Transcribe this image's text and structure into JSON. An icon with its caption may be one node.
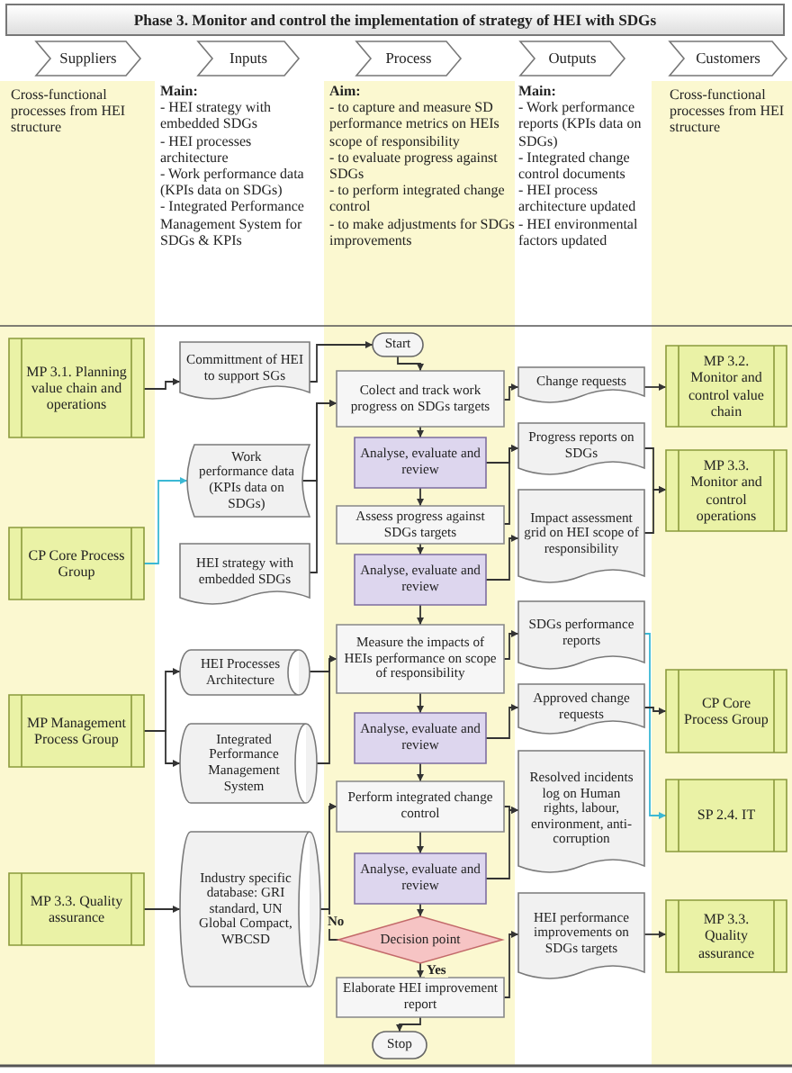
{
  "diagram": {
    "title": "Phase 3. Monitor and control the implementation of strategy of HEI with SDGs",
    "nodes": [
      {
        "text": [
          "Suppliers"
        ]
      },
      {
        "text": [
          "Inputs"
        ]
      },
      {
        "text": [
          "Process"
        ]
      },
      {
        "text": [
          "Outputs"
        ]
      },
      {
        "text": [
          "Customers"
        ]
      },
      {
        "text": [
          "MP 3.1. Planning value chain and operations"
        ]
      },
      {
        "text": [
          "CP Core Process Group"
        ]
      },
      {
        "text": [
          "MP Management Process Group"
        ]
      },
      {
        "text": [
          "MP 3.3. Quality assurance"
        ]
      },
      {
        "text": [
          "Committment of HEI to support SGs"
        ]
      },
      {
        "text": [
          "Work performance data (KPIs data on SDGs)"
        ]
      },
      {
        "text": [
          "HEI strategy with embedded SDGs"
        ]
      },
      {
        "text": [
          "HEI Processes Architecture"
        ]
      },
      {
        "text": [
          "Integrated Performance Management System"
        ]
      },
      {
        "text": [
          "Industry specific database: GRI standard, UN Global Compact, WBCSD"
        ]
      },
      {
        "text": [
          "Start"
        ]
      },
      {
        "text": [
          "Colect and track work progress on SDGs targets"
        ]
      },
      {
        "text": [
          "Analyse, evaluate and review"
        ]
      },
      {
        "text": [
          "Assess progress against SDGs targets"
        ]
      },
      {
        "text": [
          "Analyse, evaluate and review"
        ]
      },
      {
        "text": [
          "Measure the impacts of HEIs performance on scope of responsibility"
        ]
      },
      {
        "text": [
          "Analyse, evaluate and review"
        ]
      },
      {
        "text": [
          "Perform integrated change control"
        ]
      },
      {
        "text": [
          "Analyse, evaluate and review"
        ]
      },
      {
        "text": [
          "Decision point"
        ]
      },
      {
        "text": [
          "Elaborate HEI improvement report"
        ]
      },
      {
        "text": [
          "Stop"
        ]
      },
      {
        "text": [
          "Change requests"
        ]
      },
      {
        "text": [
          "Progress reports on SDGs"
        ]
      },
      {
        "text": [
          "Impact assessment grid on HEI scope of responsibility"
        ]
      },
      {
        "text": [
          "SDGs performance reports"
        ]
      },
      {
        "text": [
          "Approved change requests"
        ]
      },
      {
        "text": [
          "Resolved incidents log on Human rights, labour, environment, anti-corruption"
        ]
      },
      {
        "text": [
          "HEI performance improvements on SDGs targets"
        ]
      },
      {
        "text": [
          "MP 3.2. Monitor and control value chain"
        ]
      },
      {
        "text": [
          "MP 3.3. Monitor and control operations"
        ]
      },
      {
        "text": [
          "CP Core Process Group"
        ]
      },
      {
        "text": [
          "SP 2.4. IT"
        ]
      },
      {
        "text": [
          "MP 3.3. Quality assurance"
        ]
      }
    ],
    "edges": [
      {
        "from": 5,
        "to": 9,
        "arrow": "to"
      },
      {
        "from": 6,
        "to": 10,
        "arrow": "to",
        "color": "#3bb8d4"
      },
      {
        "from": 7,
        "to": 12,
        "arrow": "to"
      },
      {
        "from": 7,
        "to": 13,
        "arrow": "to"
      },
      {
        "from": 8,
        "to": 14,
        "arrow": "to"
      },
      {
        "from": 9,
        "to": 15,
        "arrow": "to"
      },
      {
        "from": 10,
        "to": 16,
        "arrow": "to"
      },
      {
        "from": 11,
        "to": 16,
        "arrow": "to"
      },
      {
        "from": 12,
        "to": 20,
        "arrow": "to"
      },
      {
        "from": 13,
        "to": 20,
        "arrow": "to"
      },
      {
        "from": 14,
        "to": 22,
        "arrow": "to"
      },
      {
        "from": 15,
        "to": 16,
        "arrow": "to"
      },
      {
        "from": 16,
        "to": 17,
        "arrow": "to"
      },
      {
        "from": 17,
        "to": 18,
        "arrow": "to"
      },
      {
        "from": 18,
        "to": 19,
        "arrow": "to"
      },
      {
        "from": 19,
        "to": 20,
        "arrow": "to"
      },
      {
        "from": 20,
        "to": 21,
        "arrow": "to"
      },
      {
        "from": 21,
        "to": 22,
        "arrow": "to"
      },
      {
        "from": 22,
        "to": 23,
        "arrow": "to"
      },
      {
        "from": 23,
        "to": 24,
        "arrow": "to"
      },
      {
        "from": 24,
        "to": 25,
        "arrow": "to",
        "label": "Yes"
      },
      {
        "from": 25,
        "to": 26,
        "arrow": "to"
      },
      {
        "from": 24,
        "to": 22,
        "arrow": "to",
        "label": "No"
      },
      {
        "from": 16,
        "to": 27,
        "arrow": "to"
      },
      {
        "from": 17,
        "to": 28,
        "arrow": "to"
      },
      {
        "from": 18,
        "to": 28,
        "arrow": "to"
      },
      {
        "from": 19,
        "to": 29,
        "arrow": "to"
      },
      {
        "from": 20,
        "to": 30,
        "arrow": "to"
      },
      {
        "from": 21,
        "to": 31,
        "arrow": "to"
      },
      {
        "from": 22,
        "to": 32,
        "arrow": "to"
      },
      {
        "from": 23,
        "to": 32,
        "arrow": "to"
      },
      {
        "from": 25,
        "to": 33,
        "arrow": "to"
      },
      {
        "from": 27,
        "to": 34,
        "arrow": "to"
      },
      {
        "from": 28,
        "to": 35,
        "arrow": "to"
      },
      {
        "from": 29,
        "to": 35,
        "arrow": "to"
      },
      {
        "from": 30,
        "to": 37,
        "arrow": "to",
        "color": "#3bb8d4"
      },
      {
        "from": 31,
        "to": 36,
        "arrow": "to"
      },
      {
        "from": 33,
        "to": 38,
        "arrow": "to"
      }
    ],
    "labels": [
      "Cross-functional processes from HEI structure",
      "Main:",
      "- HEI strategy with embedded SDGs",
      "- HEI processes architecture",
      "- Work performance data (KPIs data on SDGs)",
      "- Integrated Performance Management System for SDGs & KPIs",
      "Aim:",
      "- to capture and measure SD performance metrics on HEIs scope of responsibility",
      "- to evaluate progress against SDGs",
      "- to perform integrated change control",
      "- to make adjustments for SDGs improvements",
      "Main:",
      "- Work performance reports (KPIs data on SDGs)",
      "- Integrated change control documents",
      "- HEI process architecture updated",
      "- HEI environmental factors updated",
      "Cross-functional processes from HEI structure"
    ]
  }
}
